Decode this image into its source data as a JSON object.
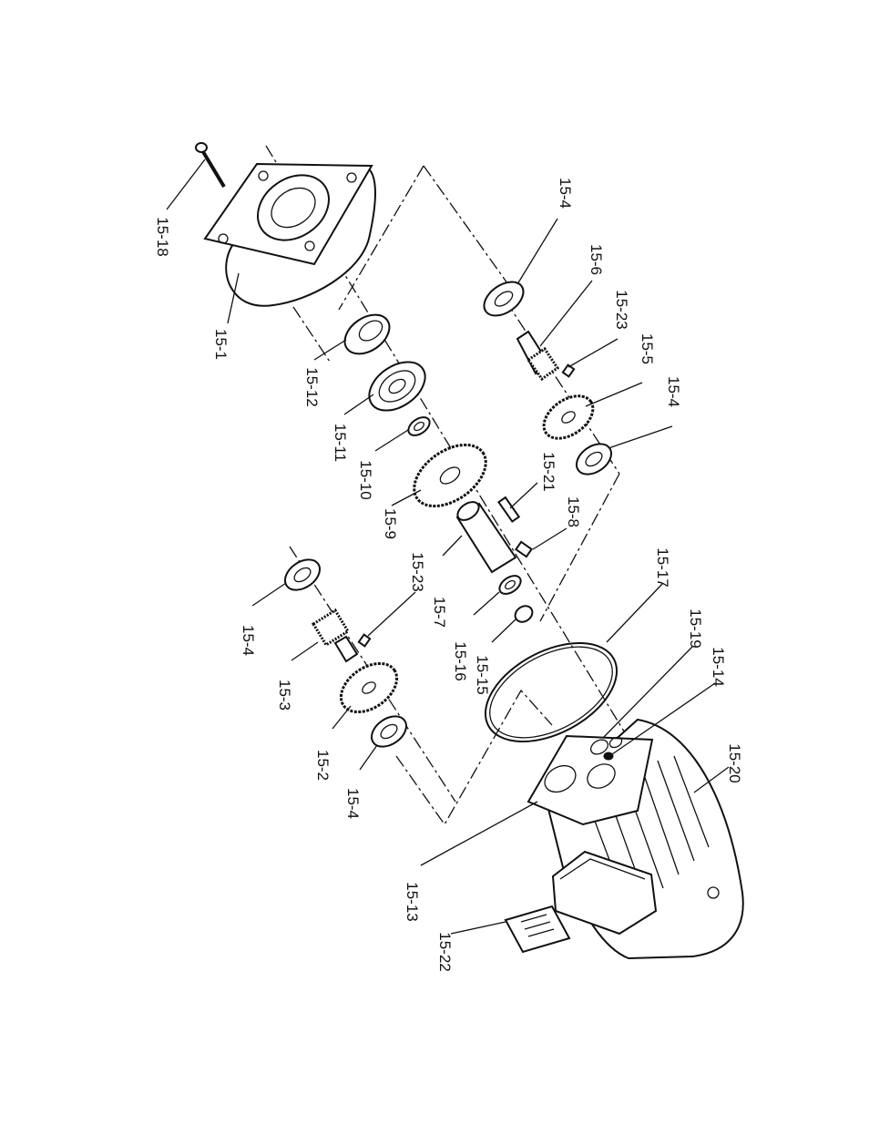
{
  "diagram": {
    "labels": {
      "p15_1": "15-1",
      "p15_2": "15-2",
      "p15_3": "15-3",
      "p15_4a": "15-4",
      "p15_4b": "15-4",
      "p15_4c": "15-4",
      "p15_4d": "15-4",
      "p15_5": "15-5",
      "p15_6": "15-6",
      "p15_7": "15-7",
      "p15_8": "15-8",
      "p15_9": "15-9",
      "p15_10": "15-10",
      "p15_11": "15-11",
      "p15_12": "15-12",
      "p15_13": "15-13",
      "p15_14": "15-14",
      "p15_15": "15-15",
      "p15_16": "15-16",
      "p15_17": "15-17",
      "p15_18": "15-18",
      "p15_19": "15-19",
      "p15_20": "15-20",
      "p15_21": "15-21",
      "p15_22": "15-22",
      "p15_23a": "15-23",
      "p15_23b": "15-23"
    }
  }
}
